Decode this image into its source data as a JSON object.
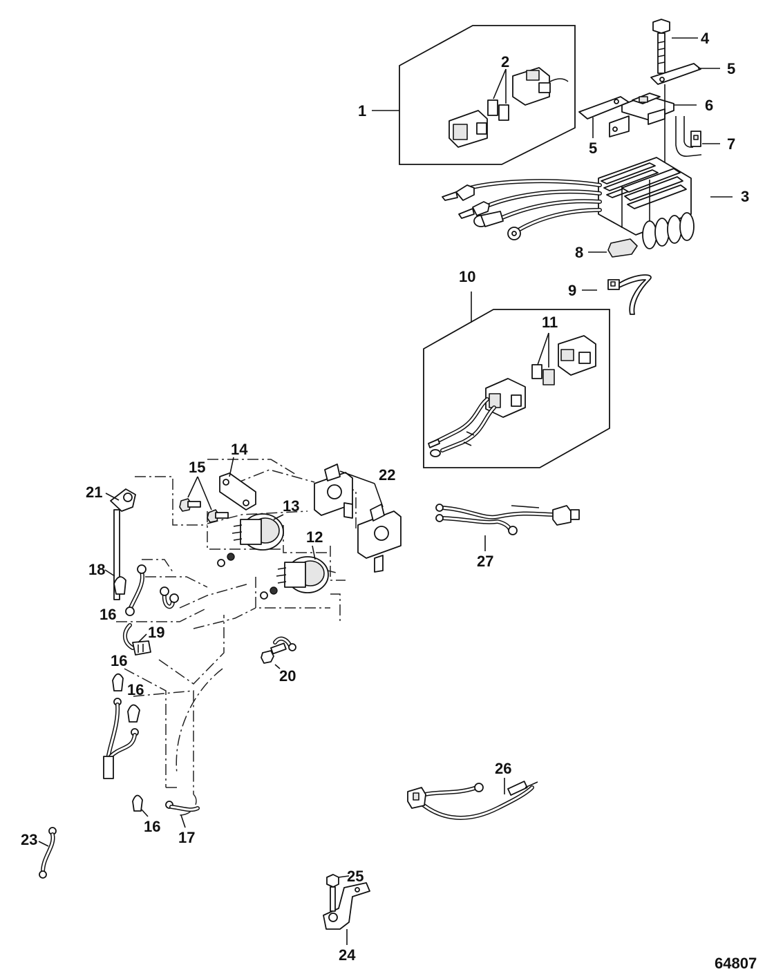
{
  "figure_number": "64807",
  "callouts": [
    "1",
    "2",
    "3",
    "4",
    "5",
    "5",
    "6",
    "7",
    "8",
    "9",
    "10",
    "11",
    "12",
    "13",
    "14",
    "15",
    "16",
    "16",
    "16",
    "16",
    "17",
    "18",
    "19",
    "20",
    "21",
    "22",
    "23",
    "24",
    "25",
    "26",
    "27"
  ]
}
